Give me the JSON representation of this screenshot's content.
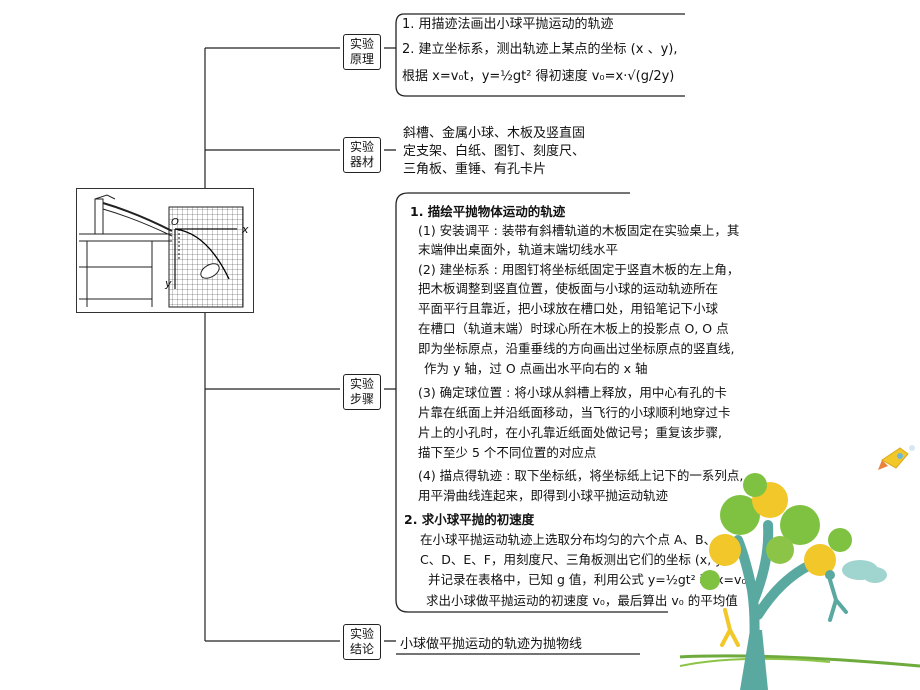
{
  "categories": {
    "principle": "实验\n原理",
    "equipment": "实验\n器材",
    "steps": "实验\n步骤",
    "conclusion": "实验\n结论"
  },
  "principle": {
    "line1": "1. 用描迹法画出小球平抛运动的轨迹",
    "line2": "2. 建立坐标系，测出轨迹上某点的坐标 (x 、y),",
    "line3": "根据 x=v₀t，y=½gt² 得初速度  v₀=x·√(g/2y)"
  },
  "equipment": {
    "line1": "斜槽、金属小球、木板及竖直固",
    "line2": "定支架、白纸、图钉、刻度尺、",
    "line3": "三角板、重锤、有孔卡片"
  },
  "steps": {
    "h1": "1. 描绘平抛物体运动的轨迹",
    "s1a": "(1) 安装调平 : 装带有斜槽轨道的木板固定在实验桌上，其",
    "s1b": "末端伸出桌面外，轨道末端切线水平",
    "s2a": "(2) 建坐标系 : 用图钉将坐标纸固定于竖直木板的左上角，",
    "s2b": "把木板调整到竖直位置，使板面与小球的运动轨迹所在",
    "s2c": "平面平行且靠近，把小球放在槽口处，用铅笔记下小球",
    "s2d": "在槽口（轨道末端）时球心所在木板上的投影点 O, O 点",
    "s2e": "即为坐标原点，沿重垂线的方向画出过坐标原点的竖直线,",
    "s2f": "作为 y 轴，过  O 点画出水平向右的 x 轴",
    "s3a": "(3) 确定球位置 : 将小球从斜槽上释放，用中心有孔的卡",
    "s3b": "片靠在纸面上并沿纸面移动，当飞行的小球顺利地穿过卡",
    "s3c": "片上的小孔时，在小孔靠近纸面处做记号；重复该步骤,",
    "s3d": "描下至少 5 个不同位置的对应点",
    "s4a": "(4) 描点得轨迹 : 取下坐标纸，将坐标纸上记下的一系列点,",
    "s4b": "用平滑曲线连起来，即得到小球平抛运动轨迹",
    "h2": "2. 求小球平抛的初速度",
    "v1": "在小球平抛运动轨迹上选取分布均匀的六个点 A、B、",
    "v2": "C、D、E、F，用刻度尺、三角板测出它们的坐标 (x, y)",
    "v3": "并记录在表格中，已知 g 值，利用公式 y=½gt² 和 x=v₀t,",
    "v4": "求出小球做平抛运动的初速度 v₀，最后算出 v₀ 的平均值"
  },
  "conclusion": {
    "text": "小球做平抛运动的轨迹为抛物线"
  },
  "illustration": {
    "origin": "O",
    "x_axis": "x",
    "y_axis": "y"
  },
  "colors": {
    "tree_trunk": "#5aa9a0",
    "foliage_green": "#7fc241",
    "foliage_yellow": "#f2c72a",
    "grass": "#6eab3c"
  }
}
